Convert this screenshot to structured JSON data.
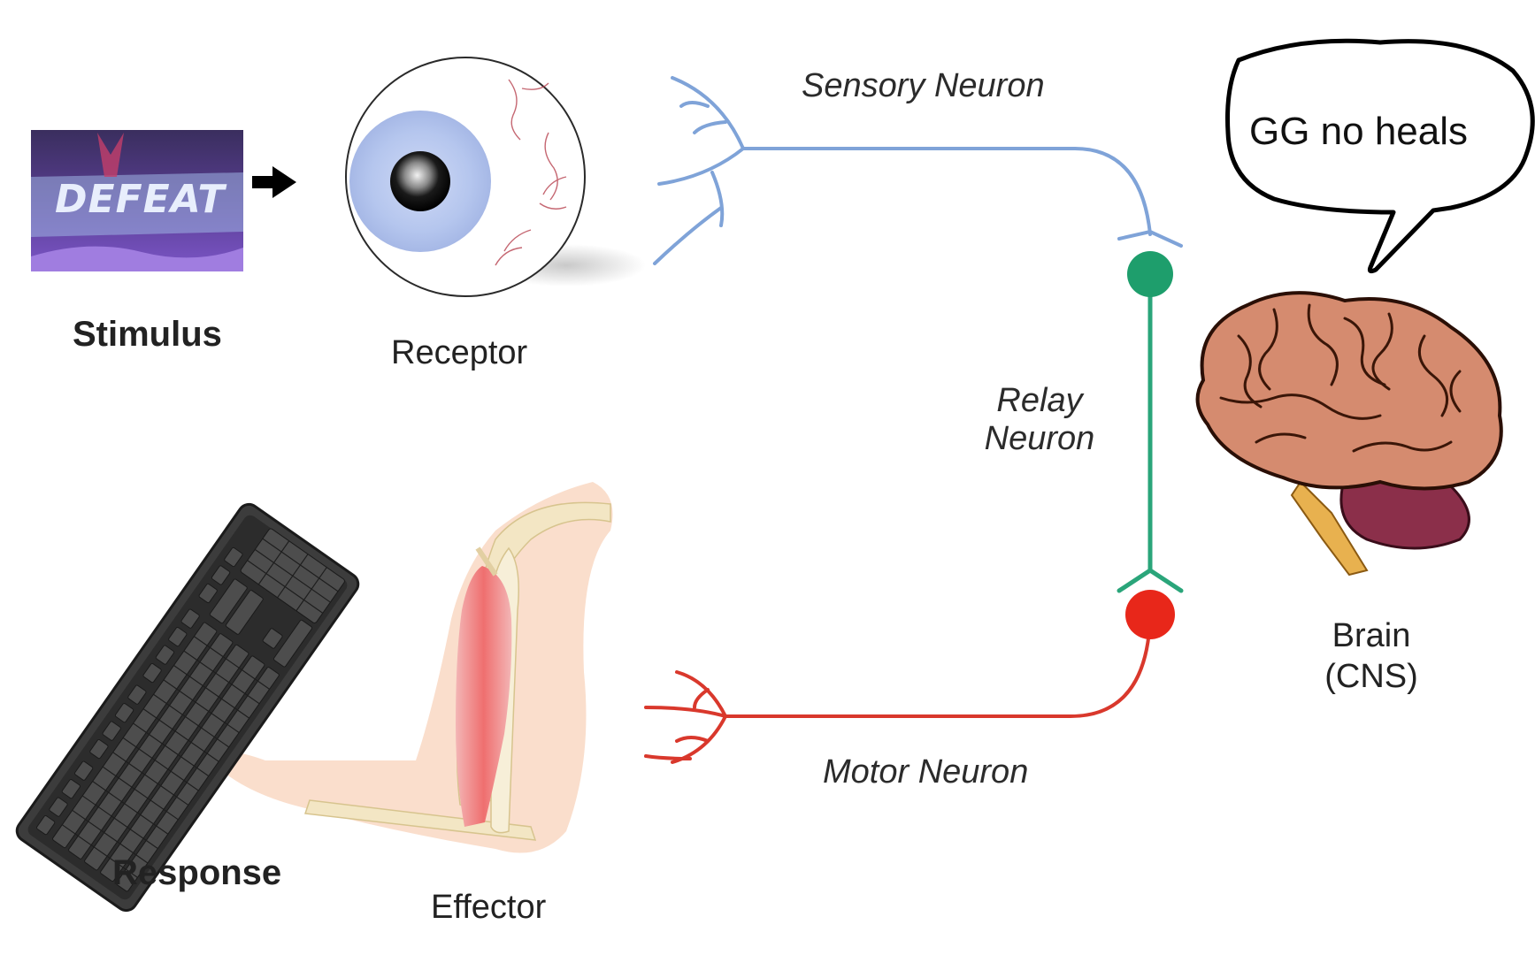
{
  "labels": {
    "stimulus": "Stimulus",
    "receptor": "Receptor",
    "sensory_neuron": "Sensory Neuron",
    "relay_neuron_line1": "Relay",
    "relay_neuron_line2": "Neuron",
    "brain_line1": "Brain",
    "brain_line2": "(CNS)",
    "motor_neuron": "Motor Neuron",
    "effector": "Effector",
    "response": "Response"
  },
  "speech_bubble": {
    "text": "GG no heals"
  },
  "stimulus_image": {
    "text": "DEFEAT"
  },
  "icons": {
    "arrow": "right-arrow-icon",
    "eye": "eyeball-icon",
    "brain": "brain-icon",
    "arm": "arm-muscle-icon",
    "keyboard": "keyboard-icon"
  },
  "colors": {
    "sensory": "#7fa3d8",
    "relay": "#2aa57a",
    "motor": "#d9382c",
    "relay_node": "#1e9e6c",
    "motor_node": "#e8271a"
  }
}
